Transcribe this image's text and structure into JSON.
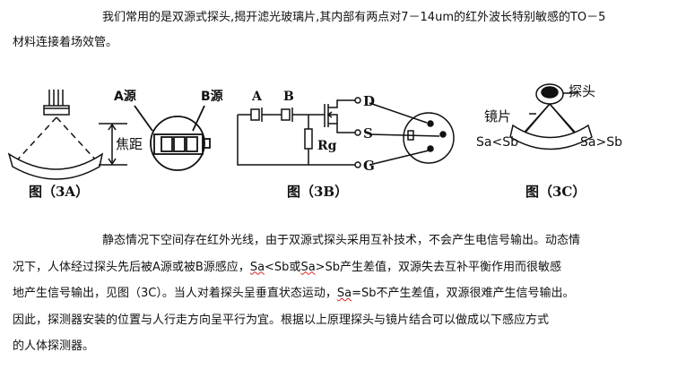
{
  "para1": {
    "line1": "我们常用的是双源式探头,揭开滤光玻璃片,其内部有两点对7－14um的红外波长特别敏感的TO－5",
    "line2": "材料连接着场效管。"
  },
  "figures": {
    "fig3a": {
      "caption": "图（3A）",
      "label_focal": "焦距"
    },
    "fig3a_mid": {
      "label_a": "A源",
      "label_b": "B源"
    },
    "fig3b": {
      "caption": "图（3B）",
      "label_a": "A",
      "label_b": "B",
      "label_rg": "Rg",
      "label_d": "D",
      "label_s": "S",
      "label_g": "G"
    },
    "fig3c": {
      "caption": "图（3C）",
      "label_probe": "探头",
      "label_lens": "镜片",
      "label_left": "Sa<Sb",
      "label_right": "Sa>Sb"
    }
  },
  "para2": {
    "line1": "静态情况下空间存在红外光线，由于双源式探头采用互补技术，不会产生电信号输出。动态情",
    "line2_a": "况下，人体经过探头先后被A源或被B源感应，",
    "line2_sa": "Sa",
    "line2_b": "<Sb或",
    "line2_sa2": "Sa",
    "line2_c": ">Sb产生差值，双源失去互补平衡作用而很敏感",
    "line3_a": "地产生信号输出，见图（3C）。当人对着探头呈垂直状态运动，",
    "line3_sa": "Sa",
    "line3_b": "=Sb不产生差值，双源很难产生信号输出。",
    "line4": "因此，探测器安装的位置与人行走方向呈平行为宜。根据以上原理探头与镜片结合可以做成以下感应方式",
    "line5": "的人体探测器。"
  }
}
